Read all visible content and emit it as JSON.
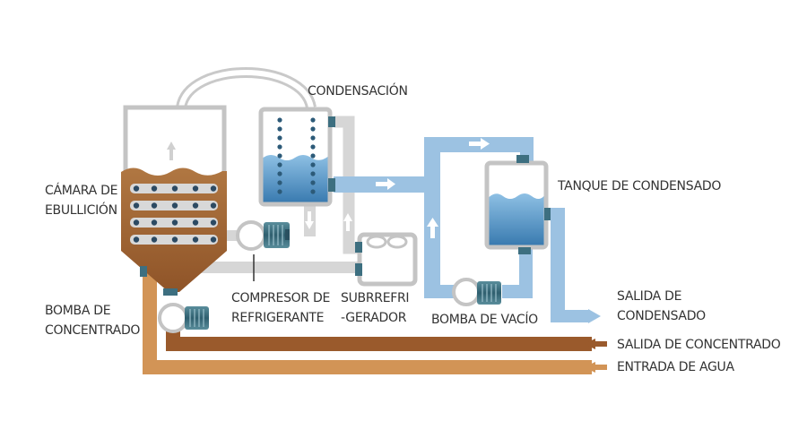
{
  "labels": {
    "boiling_chamber": [
      "CÁMARA DE",
      "EBULLICIÓN"
    ],
    "condensation": "CONDENSACIÓN",
    "condensate_tank": "TANQUE DE CONDENSADO",
    "concentrate_pump": [
      "BOMBA DE",
      "CONCENTRADO"
    ],
    "refrigerant_compressor": [
      "COMPRESOR DE",
      "REFRIGERANTE"
    ],
    "subcooler": [
      "SUBRREFRI",
      "-GERADOR"
    ],
    "vacuum_pump": "BOMBA DE VACÍO",
    "condensate_outlet": [
      "SALIDA DE",
      "CONDENSADO"
    ],
    "concentrate_outlet": "SALIDA DE CONCENTRADO",
    "water_inlet": "ENTRADA DE AGUA"
  },
  "colors": {
    "gray_pipe": "#d6d6d6",
    "outline": "#c4c4c4",
    "blue_pipe": "#9cc2e2",
    "water_blue": "#3f84b8",
    "concentrate_brown": "#9a5a2c",
    "water_inlet_orange": "#d29456",
    "sludge_brown": "#a86a3a",
    "connector_teal": "#3d6f80",
    "bolt_navy": "#2c4a63",
    "label_text": "#333333"
  }
}
